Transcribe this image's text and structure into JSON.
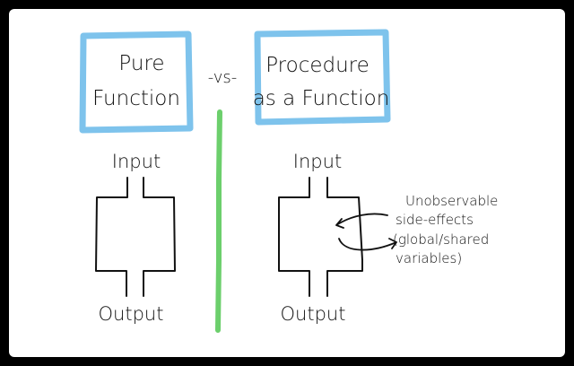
{
  "title_left": {
    "line1": "Pure",
    "line2": "Function"
  },
  "separator": "-vs-",
  "title_right": {
    "line1": "Procedure",
    "line2": "as a Function"
  },
  "left_block": {
    "input_label": "Input",
    "output_label": "Output"
  },
  "right_block": {
    "input_label": "Input",
    "output_label": "Output",
    "annotation": {
      "line1": "Unobservable",
      "line2": "side-effects",
      "line3": "(global/shared",
      "line4": "variables)"
    }
  },
  "colors": {
    "background": "#000000",
    "canvas": "#ffffff",
    "box_border": "#7ec3ec",
    "divider": "#6ccf6c",
    "ink": "#111111"
  }
}
